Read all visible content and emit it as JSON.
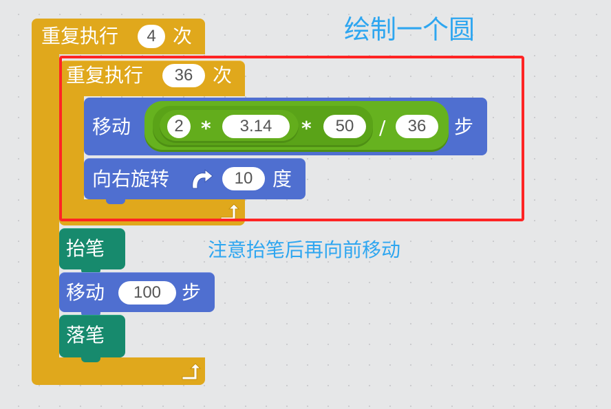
{
  "annotations": {
    "title": "绘制一个圆",
    "note": "注意抬笔后再向前移动"
  },
  "outer_repeat": {
    "label_pre": "重复执行",
    "count": "4",
    "label_post": "次"
  },
  "inner_repeat": {
    "label_pre": "重复执行",
    "count": "36",
    "label_post": "次"
  },
  "move_block": {
    "label_pre": "移动",
    "label_post": "步",
    "expression": {
      "a": "2",
      "op1": "*",
      "b": "3.14",
      "op2": "*",
      "c": "50",
      "op3": "/",
      "d": "36"
    }
  },
  "turn_block": {
    "label_pre": "向右旋转",
    "icon": "rotate-clockwise-icon",
    "degrees": "10",
    "label_post": "度"
  },
  "pen_up_block": {
    "label": "抬笔"
  },
  "move_100_block": {
    "label_pre": "移动",
    "steps": "100",
    "label_post": "步"
  },
  "pen_down_block": {
    "label": "落笔"
  },
  "colors": {
    "control": "#e0a81c",
    "motion": "#4f6fd0",
    "pen": "#178a6d",
    "operator": "#66b21f",
    "annotation": "#2ea6f0",
    "highlight": "#ff2424"
  }
}
